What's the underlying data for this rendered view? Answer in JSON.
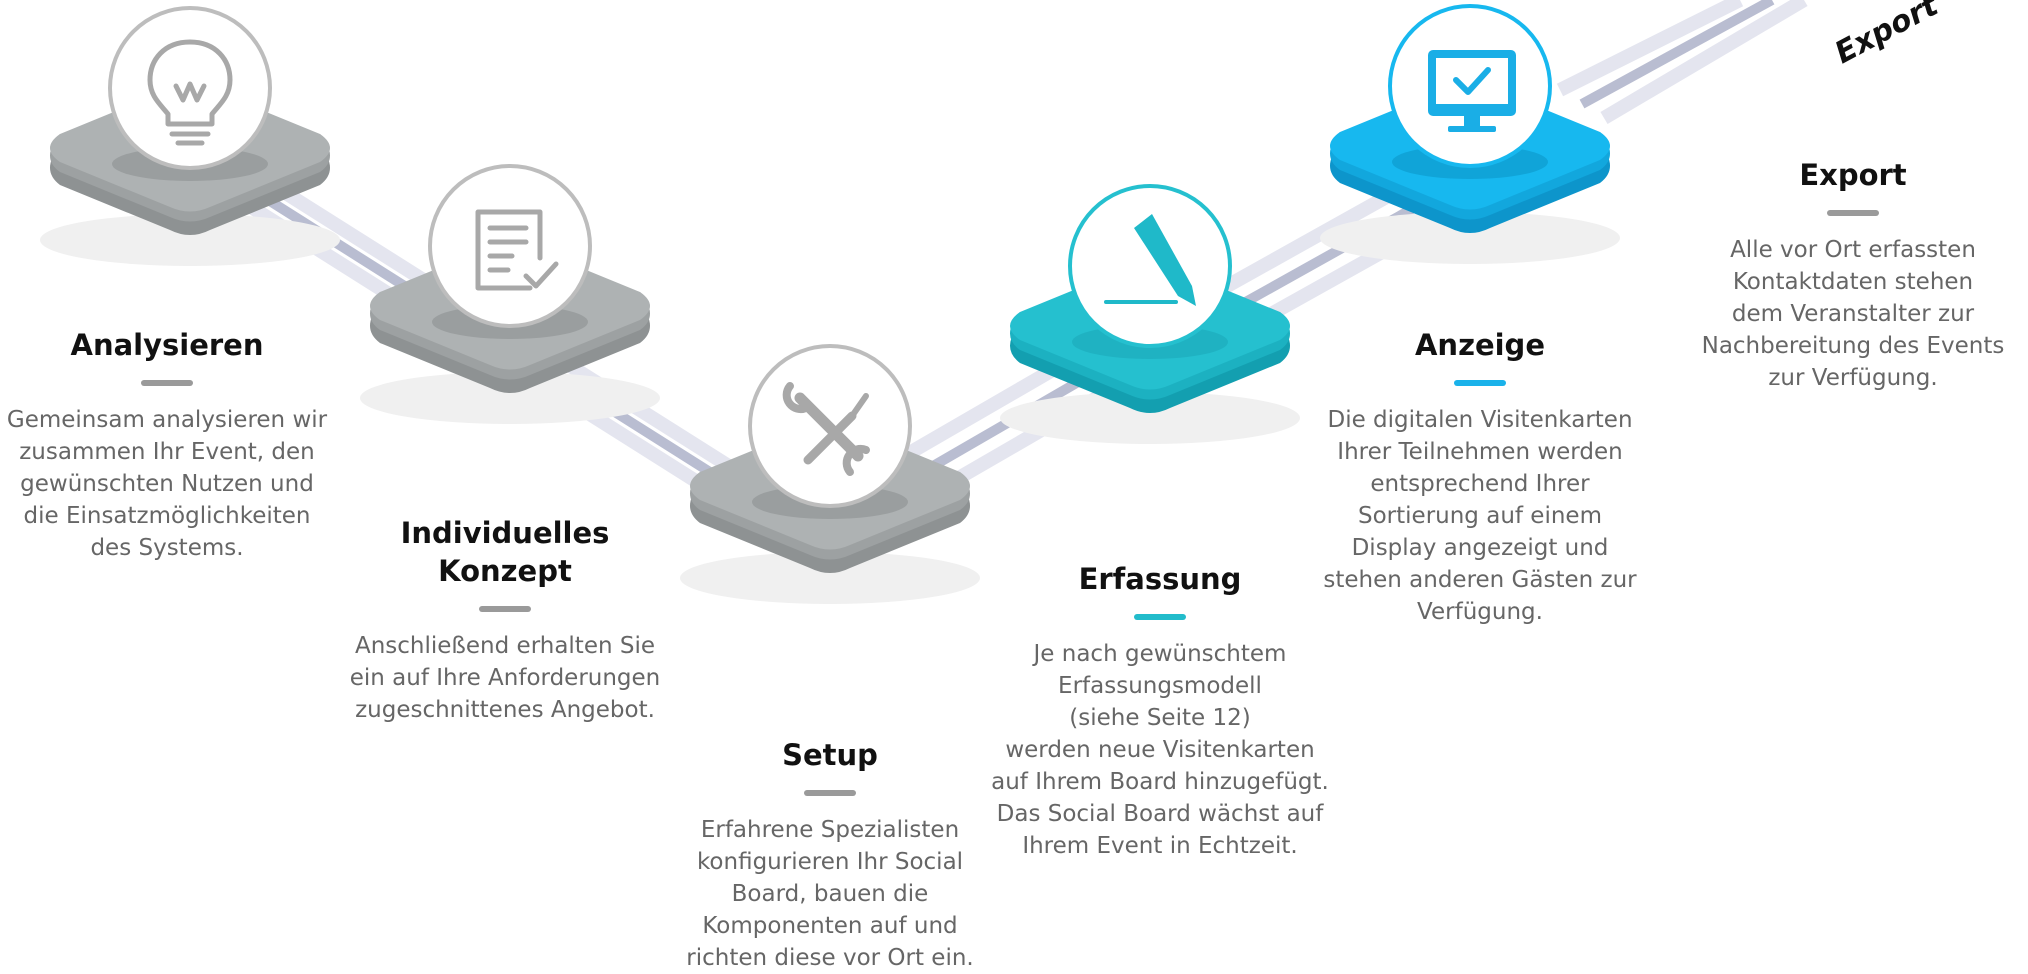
{
  "colors": {
    "gray_platform": "#aeb2b3",
    "gray_platform_side": "#8e9293",
    "teal_platform": "#25c0cf",
    "teal_platform_side": "#139fb0",
    "blue_platform": "#17b8ef",
    "blue_platform_side": "#0d95cb",
    "icon_gray": "#a8a8a8",
    "icon_teal": "#1fb9c9",
    "icon_blue": "#1aaee6",
    "rail_light": "#e4e5ef",
    "rail_dark": "#b9bdd1",
    "divider_gray": "#9a9a9a",
    "divider_teal": "#22bccb",
    "divider_blue": "#1ab2ea"
  },
  "path_label": "Export",
  "steps": [
    {
      "title": "Analysieren",
      "icon": "lightbulb-icon",
      "lines": [
        "Gemeinsam analysieren wir",
        "zusammen Ihr Event, den",
        "gewünschten Nutzen und",
        "die Einsatzmöglichkeiten",
        "des Systems."
      ]
    },
    {
      "title_lines": [
        "Individuelles",
        "Konzept"
      ],
      "icon": "document-check-icon",
      "lines": [
        "Anschließend erhalten Sie",
        "ein auf Ihre Anforderungen",
        "zugeschnittenes Angebot."
      ]
    },
    {
      "title": "Setup",
      "icon": "tools-icon",
      "lines": [
        "Erfahrene Spezialisten",
        "konfigurieren Ihr Social",
        "Board, bauen die",
        "Komponenten auf und",
        "richten diese vor Ort ein."
      ]
    },
    {
      "title": "Erfassung",
      "icon": "pencil-icon",
      "lines": [
        "Je nach gewünschtem",
        "Erfassungsmodell",
        "(siehe Seite 12)",
        "werden neue Visitenkarten",
        "auf Ihrem Board hinzugefügt.",
        "Das Social Board wächst auf",
        "Ihrem Event in Echtzeit."
      ]
    },
    {
      "title": "Anzeige",
      "icon": "monitor-check-icon",
      "lines": [
        "Die digitalen Visitenkarten",
        "Ihrer Teilnehmen werden",
        "entsprechend Ihrer",
        "Sortierung auf einem",
        "Display angezeigt und",
        "stehen anderen Gästen zur",
        "Verfügung."
      ]
    },
    {
      "title": "Export",
      "lines": [
        "Alle vor Ort erfassten",
        "Kontaktdaten stehen",
        "dem Veranstalter zur",
        "Nachbereitung des Events",
        "zur Verfügung."
      ]
    }
  ]
}
